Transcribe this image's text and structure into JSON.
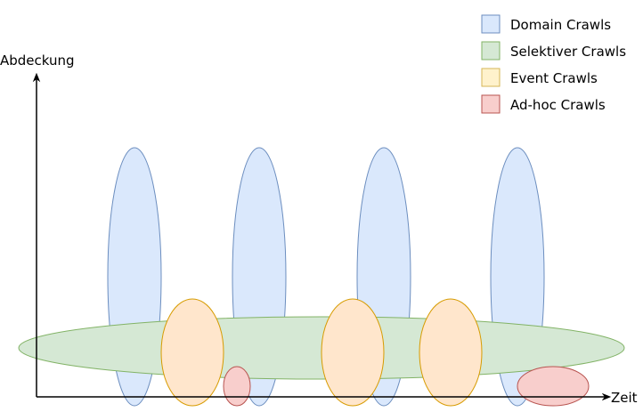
{
  "axes": {
    "y_label": "Abdeckung",
    "x_label": "Zeit"
  },
  "legend": [
    {
      "label": "Domain Crawls",
      "fill": "#dae8fc",
      "stroke": "#6c8ebf"
    },
    {
      "label": "Selektiver Crawls",
      "fill": "#d5e8d4",
      "stroke": "#82b366"
    },
    {
      "label": "Event Crawls",
      "fill": "#fff2cc",
      "stroke": "#d6b656"
    },
    {
      "label": "Ad-hoc Crawls",
      "fill": "#f8cecc",
      "stroke": "#b85450"
    }
  ],
  "shape_colors": {
    "domain": {
      "fill": "#dae8fc",
      "stroke": "#6c8ebf"
    },
    "selective": {
      "fill": "#d5e8d4",
      "stroke": "#82b366"
    },
    "event": {
      "fill": "#ffe6cc",
      "stroke": "#d79b00"
    },
    "adhoc": {
      "fill": "#f8cecc",
      "stroke": "#b85450"
    }
  }
}
